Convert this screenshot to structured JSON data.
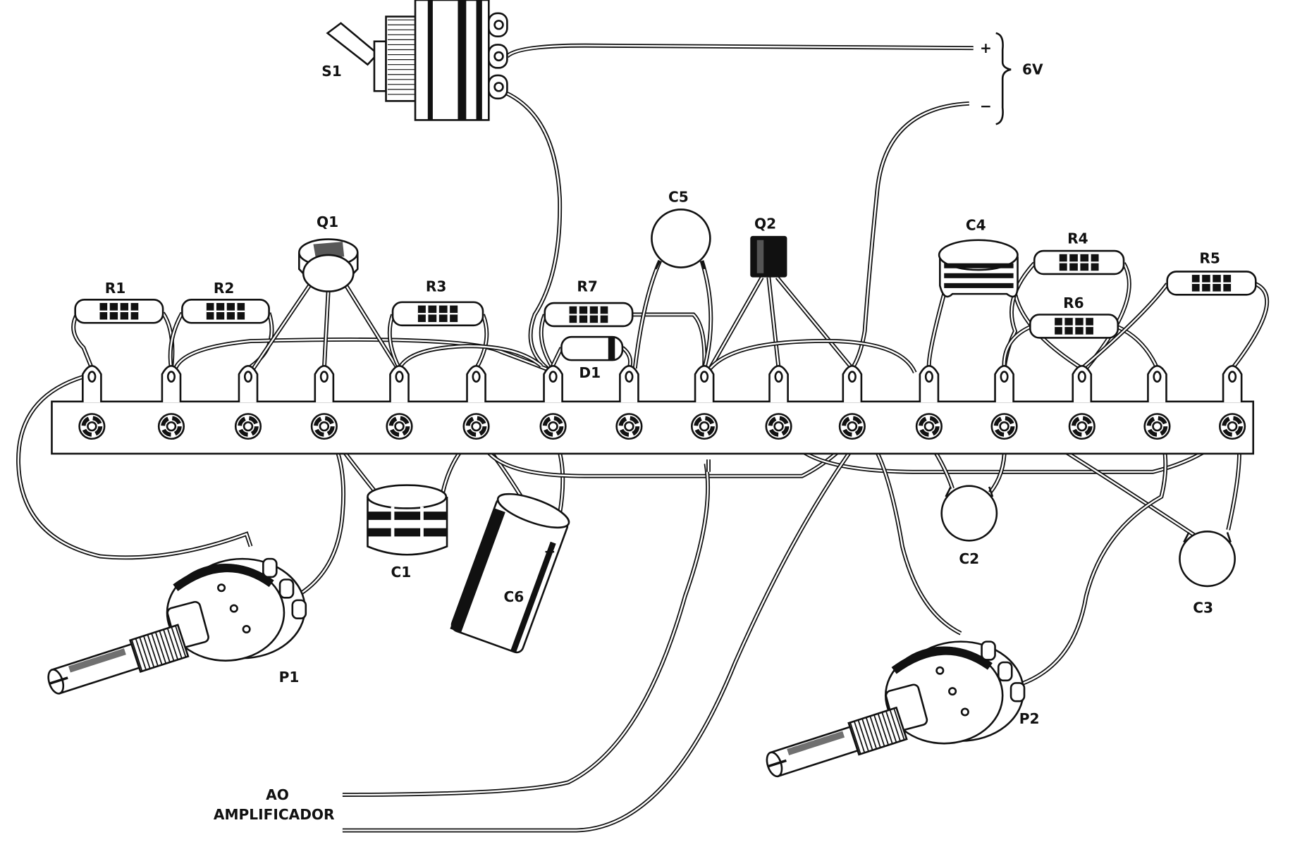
{
  "diagram": {
    "components": {
      "S1": "S1",
      "Q1": "Q1",
      "Q2": "Q2",
      "R1": "R1",
      "R2": "R2",
      "R3": "R3",
      "R4": "R4",
      "R5": "R5",
      "R6": "R6",
      "R7": "R7",
      "C1": "C1",
      "C2": "C2",
      "C3": "C3",
      "C4": "C4",
      "C5": "C5",
      "C6": "C6",
      "D1": "D1",
      "P1": "P1",
      "P2": "P2"
    },
    "supply": {
      "voltage": "6V",
      "plus": "+",
      "minus": "−"
    },
    "c6_polarity": "+",
    "output_label_line1": "AO",
    "output_label_line2": "AMPLIFICADOR",
    "terminal_count": 16,
    "colors": {
      "ink": "#111111",
      "paper": "#ffffff"
    }
  }
}
